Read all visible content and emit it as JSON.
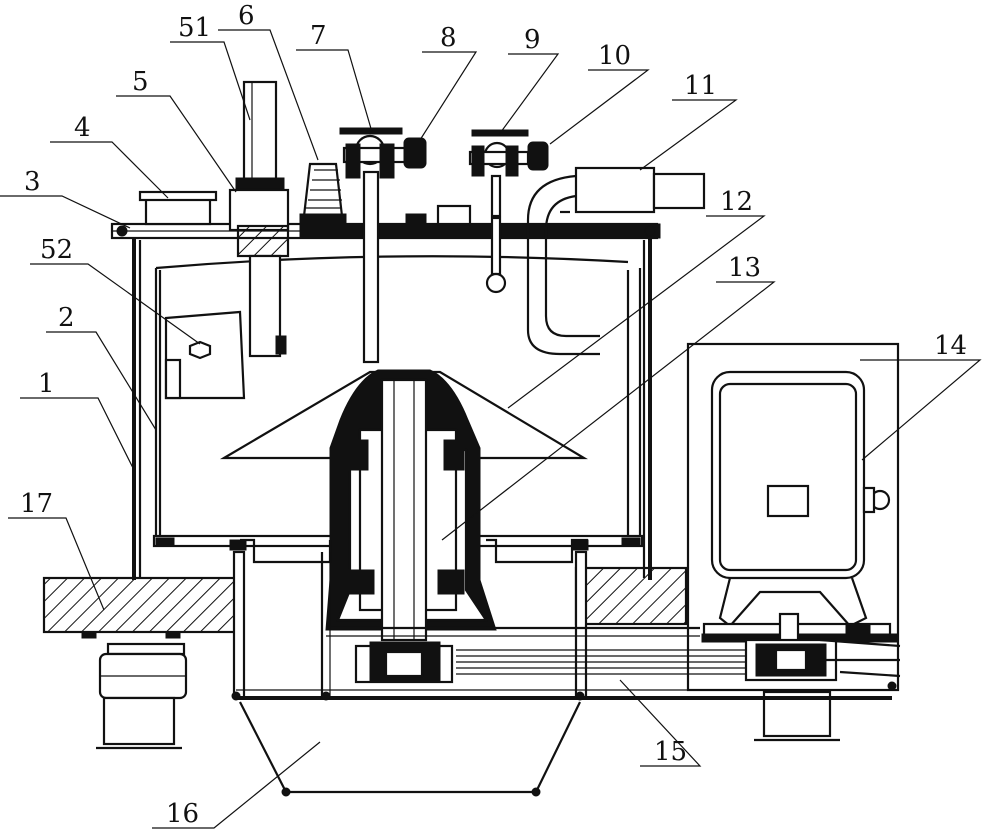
{
  "labels": {
    "l1": "1",
    "l2": "2",
    "l3": "3",
    "l4": "4",
    "l5": "5",
    "l51": "51",
    "l52": "52",
    "l6": "6",
    "l7": "7",
    "l8": "8",
    "l9": "9",
    "l10": "10",
    "l11": "11",
    "l12": "12",
    "l13": "13",
    "l14": "14",
    "l15": "15",
    "l16": "16",
    "l17": "17"
  }
}
